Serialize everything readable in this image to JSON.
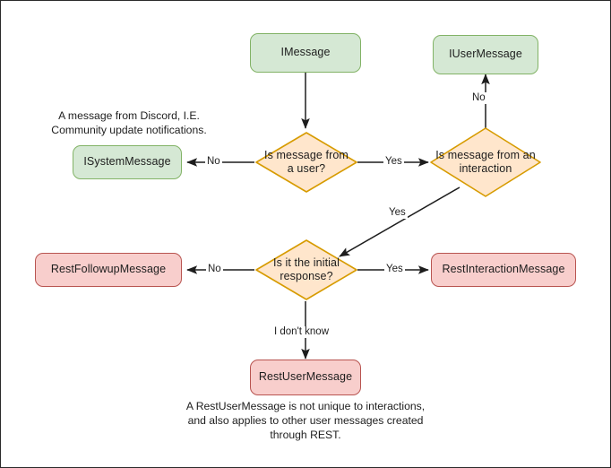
{
  "diagram": {
    "title": "Discord message type decision flowchart",
    "colors": {
      "green_fill": "#d5e8d4",
      "green_stroke": "#82b366",
      "orange_fill": "#ffe6cc",
      "orange_stroke": "#d79b00",
      "red_fill": "#f8cecc",
      "red_stroke": "#b85450",
      "edge_stroke": "#1d1d1d",
      "text": "#1d1d1d",
      "canvas_border": "#2b2b2b",
      "background": "#ffffff"
    },
    "nodes": {
      "imessage": "IMessage",
      "iusermessage": "IUserMessage",
      "isystemmessage": "ISystemMessage",
      "restfollowupmessage": "RestFollowupMessage",
      "restinteractionmessage": "RestInteractionMessage",
      "restusermessage": "RestUserMessage"
    },
    "decisions": {
      "from_user": "Is message from a user?",
      "from_interaction": "Is message from an interaction",
      "initial_response": "Is it the initial response?"
    },
    "edge_labels": {
      "user_no": "No",
      "user_yes": "Yes",
      "interaction_no": "No",
      "interaction_yes": "Yes",
      "initial_no": "No",
      "initial_yes": "Yes",
      "initial_unknown": "I don't know"
    },
    "notes": {
      "system_note": "A message from Discord, I.E.\nCommunity update notifications.",
      "rest_user_note": "A RestUserMessage is not unique to interactions,\nand also applies to other user messages created\nthrough REST."
    }
  }
}
